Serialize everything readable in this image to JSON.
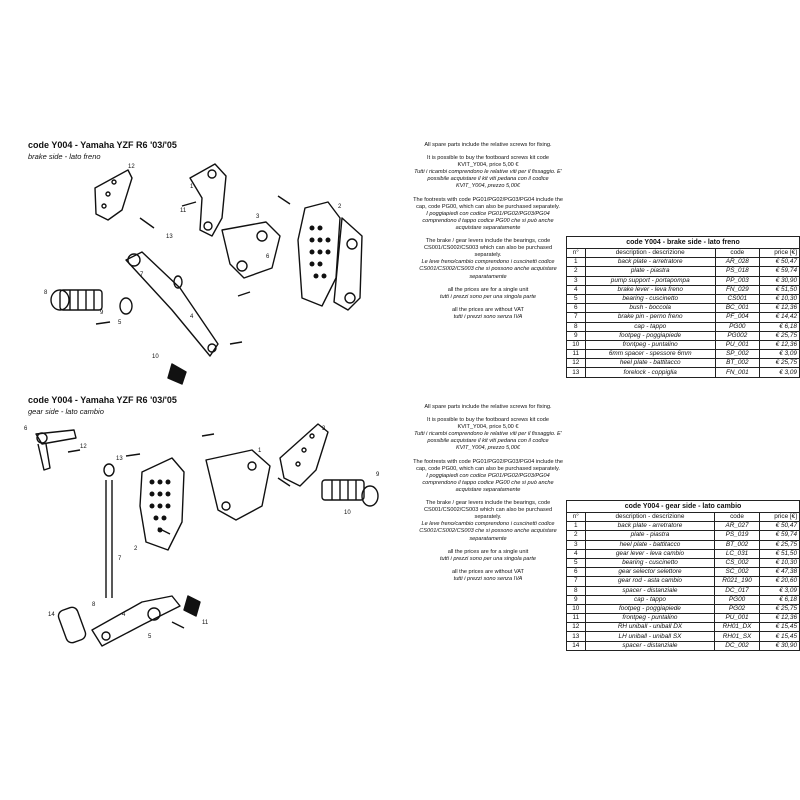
{
  "brake": {
    "title": "code Y004 - Yamaha YZF R6 '03/'05",
    "subtitle": "brake side - lato freno",
    "callouts": [
      "1",
      "2",
      "3",
      "4",
      "5",
      "6",
      "7",
      "8",
      "9",
      "10",
      "11",
      "12",
      "13"
    ],
    "notes": [
      {
        "en": "All spare parts include the relative screws for fixing.",
        "it": ""
      },
      {
        "en": "It is possible to buy the footboard screws kit code KVIT_Y004, price 5,00 €",
        "it": "Tutti i ricambi comprendono le relative viti per il fissaggio. E' possibile acquistare il kit viti pedana con il codice KVIT_Y004, prezzo 5,00€"
      },
      {
        "en": "The footrests with code PG01/PG02/PG03/PG04 include the cap, code PG00, which can also be purchased separately.",
        "it": "I poggiapiedi con codice PG01/PG02/PG03/PG04 comprendono il tappo codice PG00 che si può anche acquistare separatamente"
      },
      {
        "en": "The brake / gear levers include the bearings, code CS001/CS002/CS003 which can also be purchased separately.",
        "it": "Le leve freno/cambio comprendono i cuscinetti codice CS001/CS002/CS003 che si possono anche acquistare separatamente"
      },
      {
        "en": "all the prices are for a single unit",
        "it": "tutti i prezzi sono per una singola parte"
      },
      {
        "en": "all the prices are without VAT",
        "it": "tutti i prezzi sono senza IVA"
      }
    ],
    "table": {
      "caption": "code Y004 - brake side - lato freno",
      "headers": [
        "n°",
        "description - descrizione",
        "code",
        "price [€]"
      ],
      "rows": [
        [
          "1",
          "back plate - arretratore",
          "AR_028",
          "€ 50,47"
        ],
        [
          "2",
          "plate - piastra",
          "PS_018",
          "€ 59,74"
        ],
        [
          "3",
          "pump support - portapompa",
          "PP_003",
          "€ 30,90"
        ],
        [
          "4",
          "brake lever - leva freno",
          "FN_029",
          "€ 51,50"
        ],
        [
          "5",
          "bearing - cuscinetto",
          "CS001",
          "€ 10,30"
        ],
        [
          "6",
          "bush - boccola",
          "BC_001",
          "€ 12,36"
        ],
        [
          "7",
          "brake pin - perno freno",
          "PF_004",
          "€ 14,42"
        ],
        [
          "8",
          "cap - tappo",
          "PG00",
          "€ 6,18"
        ],
        [
          "9",
          "footpeg - poggiapiede",
          "PG002",
          "€ 25,75"
        ],
        [
          "10",
          "frontpeg - puntalino",
          "PU_001",
          "€ 12,36"
        ],
        [
          "11",
          "6mm spacer - spessore 6mm",
          "SP_002",
          "€ 3,09"
        ],
        [
          "12",
          "heel plate - battitacco",
          "BT_002",
          "€ 25,75"
        ],
        [
          "13",
          "forelock - coppiglia",
          "FN_001",
          "€ 3,09"
        ]
      ]
    }
  },
  "gear": {
    "title": "code Y004 - Yamaha YZF R6 '03/'05",
    "subtitle": "gear side - lato cambio",
    "callouts": [
      "1",
      "2",
      "3",
      "4",
      "5",
      "6",
      "7",
      "8",
      "9",
      "10",
      "11",
      "12",
      "13",
      "14"
    ],
    "notes": [
      {
        "en": "All spare parts include the relative screws for fixing.",
        "it": ""
      },
      {
        "en": "It is possible to buy the footboard screws kit code KVIT_Y004, price 5,00 €",
        "it": "Tutti i ricambi comprendono le relative viti per il fissaggio. E' possibile acquistare il kit viti pedana con il codice KVIT_Y004, prezzo 5,00€"
      },
      {
        "en": "The footrests with code PG01/PG02/PG03/PG04 include the cap, code PG00, which can also be purchased separately.",
        "it": "I poggiapiedi con codice PG01/PG02/PG03/PG04 comprendono il tappo codice PG00 che si può anche acquistare separatamente"
      },
      {
        "en": "The brake / gear levers include the bearings, code CS001/CS002/CS003 which can also be purchased separately.",
        "it": "Le leve freno/cambio comprendono i cuscinetti codice CS001/CS002/CS003 che si possono anche acquistare separatamente"
      },
      {
        "en": "all the prices are for a single unit",
        "it": "tutti i prezzi sono per una singola parte"
      },
      {
        "en": "all the prices are without VAT",
        "it": "tutti i prezzi sono senza IVA"
      }
    ],
    "table": {
      "caption": "code Y004 - gear side - lato cambio",
      "headers": [
        "n°",
        "description - descrizione",
        "code",
        "price [€]"
      ],
      "rows": [
        [
          "1",
          "back plate - arretratore",
          "AR_027",
          "€ 50,47"
        ],
        [
          "2",
          "plate - piastra",
          "PS_019",
          "€ 59,74"
        ],
        [
          "3",
          "heel plate - battitacco",
          "BT_002",
          "€ 25,75"
        ],
        [
          "4",
          "gear lever - leva cambio",
          "LC_031",
          "€ 51,50"
        ],
        [
          "5",
          "bearing - cuscinetto",
          "CS_002",
          "€ 10,30"
        ],
        [
          "6",
          "gear selector selettore",
          "SC_002",
          "€ 47,38"
        ],
        [
          "7",
          "gear rod - asta cambio",
          "R021_190",
          "€ 20,60"
        ],
        [
          "8",
          "spacer - distanziale",
          "DC_017",
          "€ 3,09"
        ],
        [
          "9",
          "cap - tappo",
          "PG00",
          "€ 6,18"
        ],
        [
          "10",
          "footpeg - poggiapiede",
          "PG02",
          "€ 25,75"
        ],
        [
          "11",
          "frontpeg - puntalino",
          "PU_001",
          "€ 12,36"
        ],
        [
          "12",
          "RH uniball - uniball DX",
          "RH01_DX",
          "€ 15,45"
        ],
        [
          "13",
          "LH uniball - uniball SX",
          "RH01_SX",
          "€ 15,45"
        ],
        [
          "14",
          "spacer - distanziale",
          "DC_002",
          "€ 30,90"
        ]
      ]
    }
  }
}
